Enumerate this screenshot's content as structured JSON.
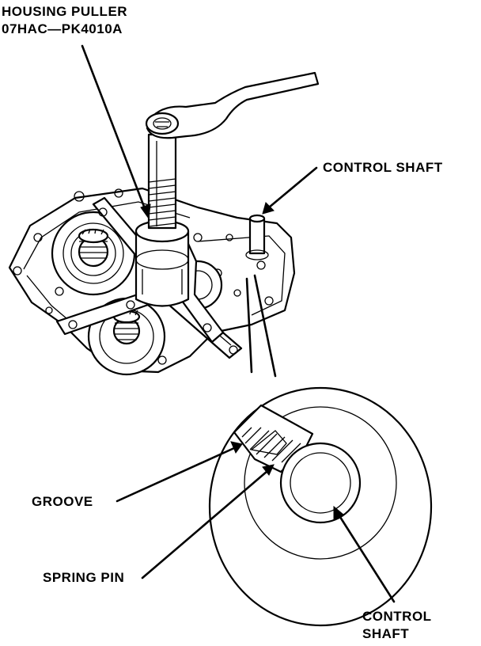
{
  "diagram": {
    "labels": {
      "housing_puller_line1": "HOUSING PULLER",
      "housing_puller_line2": "07HAC—PK4010A",
      "control_shaft_top": "CONTROL SHAFT",
      "groove": "GROOVE",
      "spring_pin": "SPRING PIN",
      "control_shaft_bottom_line1": "CONTROL",
      "control_shaft_bottom_line2": "SHAFT"
    },
    "colors": {
      "ink": "#000000",
      "paper": "#ffffff"
    }
  }
}
